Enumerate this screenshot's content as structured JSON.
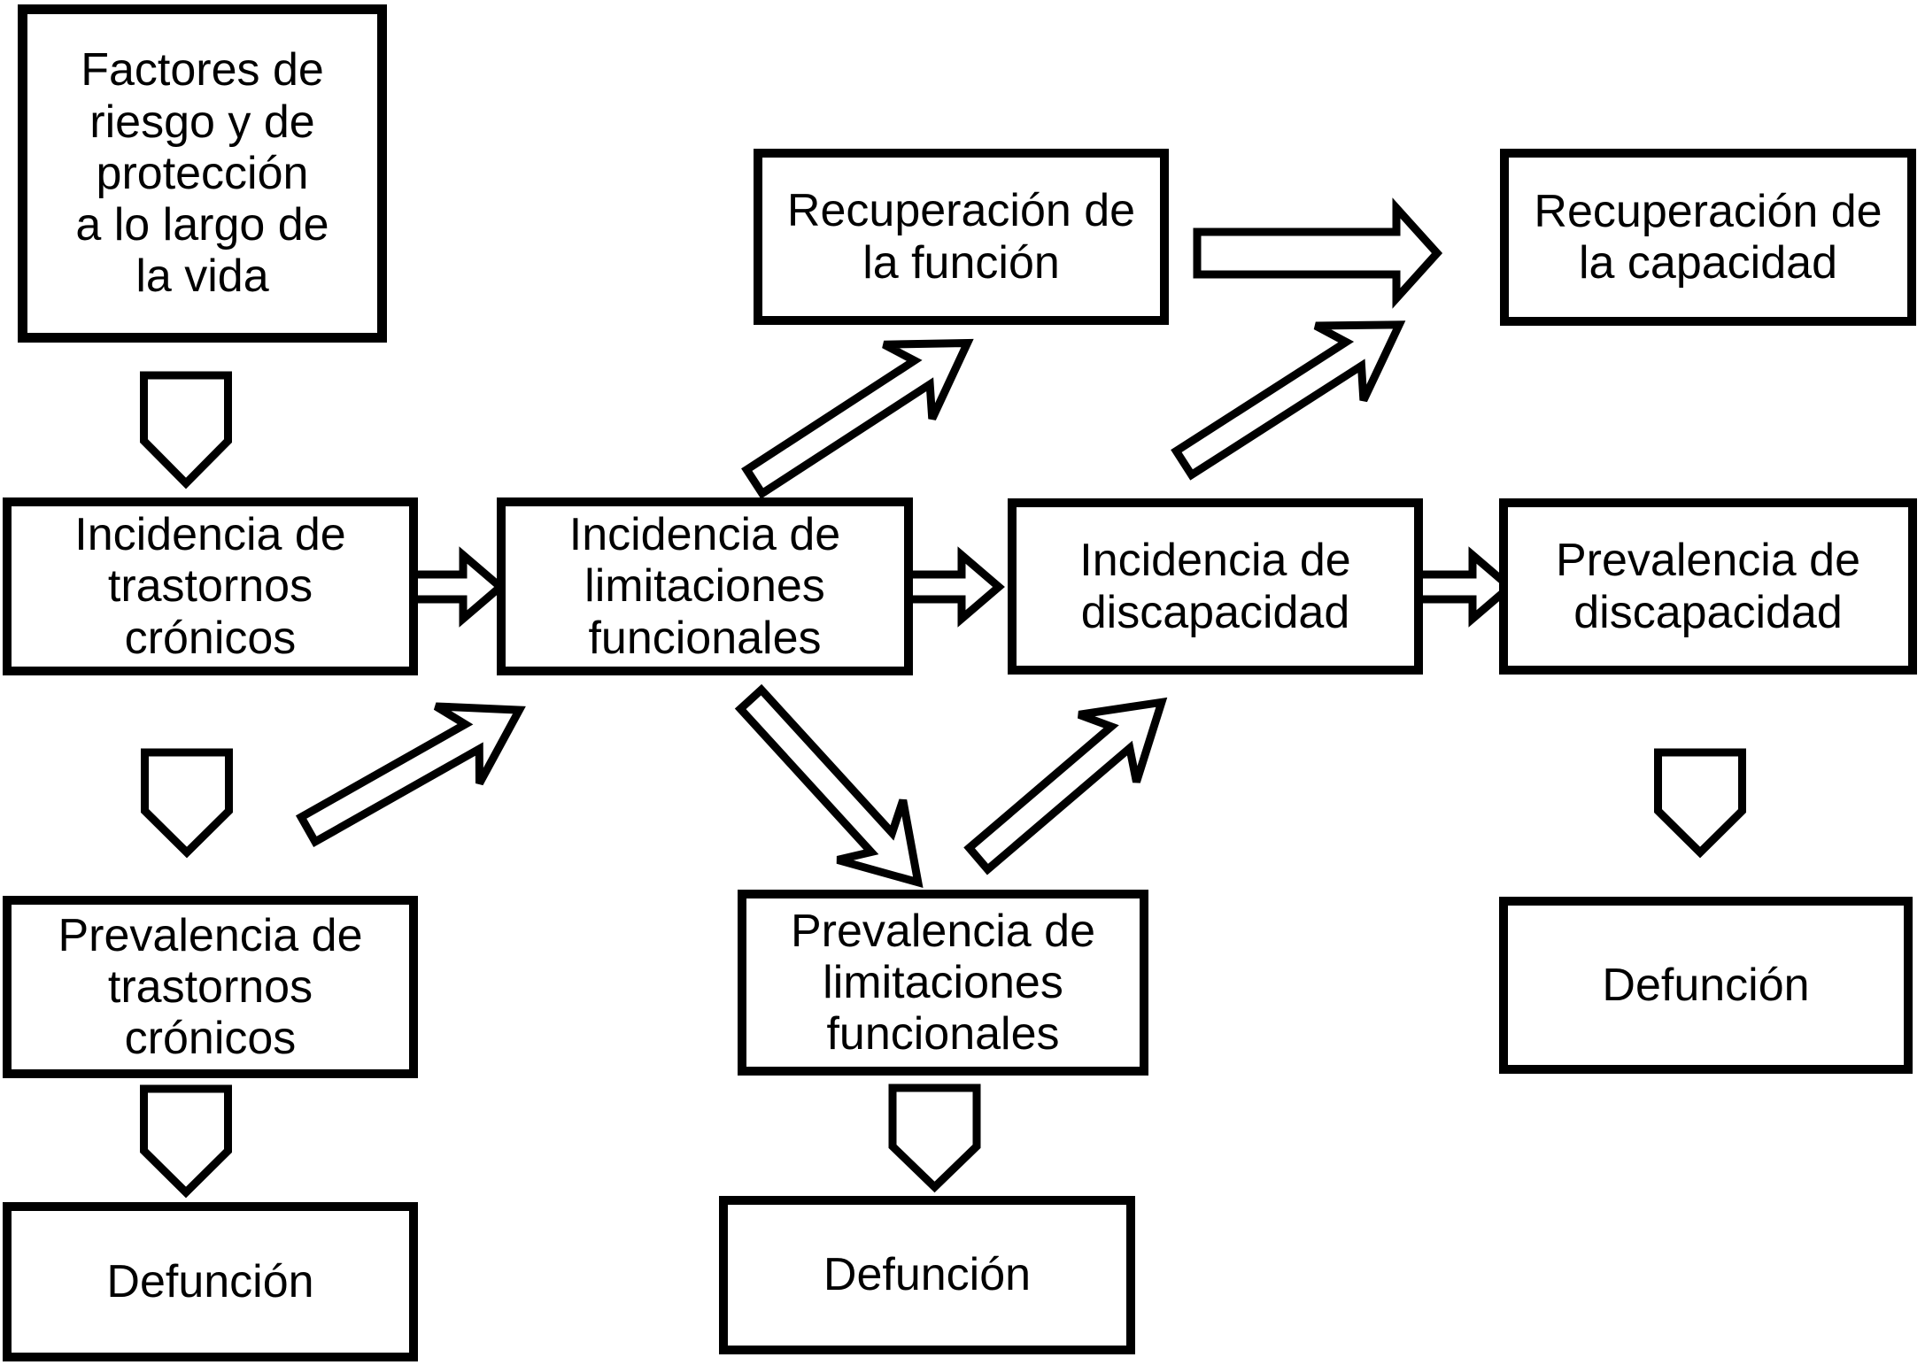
{
  "diagram": {
    "language": "es",
    "colors": {
      "background": "#ffffff",
      "box_fill": "#ffffff",
      "box_border": "#000000",
      "text": "#000000",
      "arrow_fill": "#ffffff",
      "arrow_outline": "#000000"
    },
    "nodes": {
      "factores": {
        "label": "Factores de\nriesgo y de\nprotección\na lo largo de\nla vida"
      },
      "inc_trast": {
        "label": "Incidencia de\ntrastornos\ncrónicos"
      },
      "inc_limit": {
        "label": "Incidencia de\nlimitaciones\nfuncionales"
      },
      "inc_disc": {
        "label": "Incidencia de\ndiscapacidad"
      },
      "prev_disc": {
        "label": "Prevalencia de\ndiscapacidad"
      },
      "rec_func": {
        "label": "Recuperación de\nla función"
      },
      "rec_cap": {
        "label": "Recuperación de\nla capacidad"
      },
      "prev_trast": {
        "label": "Prevalencia de\ntrastornos\ncrónicos"
      },
      "prev_limit": {
        "label": "Prevalencia de\nlimitaciones\nfuncionales"
      },
      "def_left": {
        "label": "Defunción"
      },
      "def_center": {
        "label": "Defunción"
      },
      "def_right": {
        "label": "Defunción"
      }
    },
    "edges": [
      {
        "from": "factores",
        "to": "inc_trast",
        "type": "pentagon-down-arrow"
      },
      {
        "from": "inc_trast",
        "to": "inc_limit",
        "type": "horizontal-block-arrow"
      },
      {
        "from": "inc_limit",
        "to": "inc_disc",
        "type": "horizontal-block-arrow"
      },
      {
        "from": "inc_disc",
        "to": "prev_disc",
        "type": "horizontal-block-arrow"
      },
      {
        "from": "rec_func",
        "to": "rec_cap",
        "type": "horizontal-block-arrow"
      },
      {
        "from": "inc_limit",
        "to": "rec_func",
        "type": "diagonal-up-arrow"
      },
      {
        "from": "inc_disc",
        "to": "rec_cap",
        "type": "diagonal-up-arrow"
      },
      {
        "from": "inc_trast",
        "to": "prev_trast",
        "type": "pentagon-down-arrow"
      },
      {
        "from": "prev_trast",
        "to": "inc_limit",
        "type": "diagonal-up-arrow"
      },
      {
        "from": "inc_limit",
        "to": "prev_limit",
        "type": "diagonal-down-arrow"
      },
      {
        "from": "prev_limit",
        "to": "inc_disc",
        "type": "diagonal-up-arrow"
      },
      {
        "from": "prev_trast",
        "to": "def_left",
        "type": "pentagon-down-arrow"
      },
      {
        "from": "prev_limit",
        "to": "def_center",
        "type": "pentagon-down-arrow"
      },
      {
        "from": "prev_disc",
        "to": "def_right",
        "type": "pentagon-down-arrow"
      }
    ]
  }
}
